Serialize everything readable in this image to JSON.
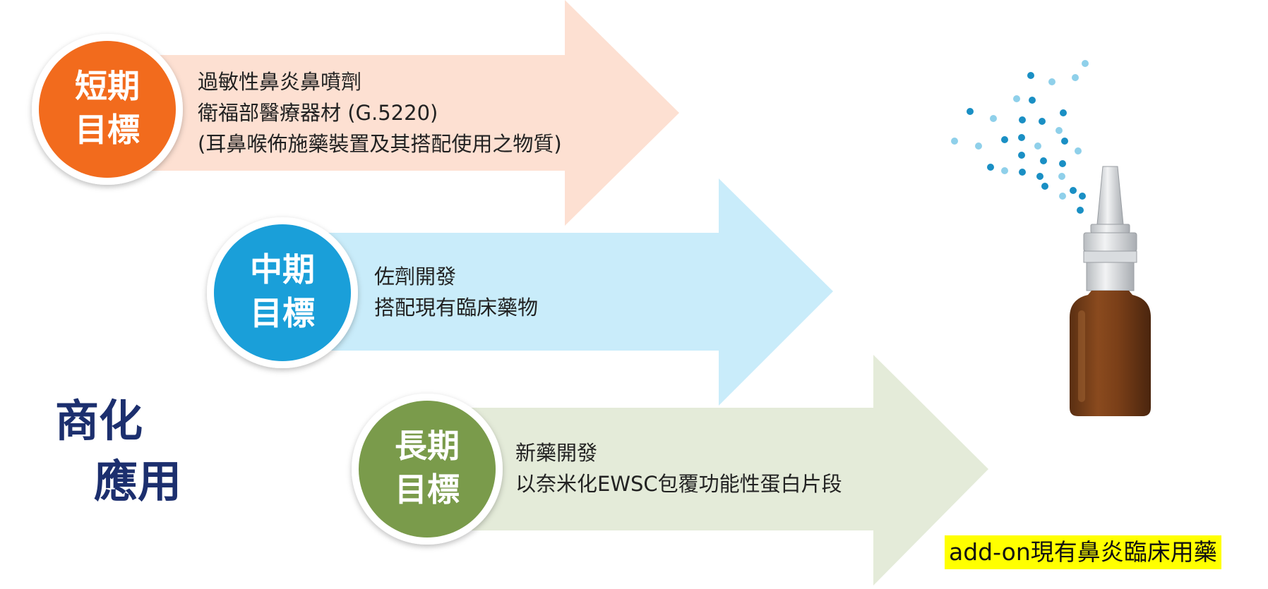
{
  "side_title": {
    "line1": "商化",
    "line2": "應用"
  },
  "goals": [
    {
      "circle_line1": "短期",
      "circle_line2": "目標",
      "circle_color": "#f26b1d",
      "arrow_color": "#fde0d2",
      "lines": [
        "過敏性鼻炎鼻噴劑",
        "衛福部醫療器材 (G.5220)",
        "(耳鼻喉佈施藥裝置及其搭配使用之物質)"
      ]
    },
    {
      "circle_line1": "中期",
      "circle_line2": "目標",
      "circle_color": "#1a9fd9",
      "arrow_color": "#c9ecfa",
      "lines": [
        "佐劑開發",
        "搭配現有臨床藥物"
      ]
    },
    {
      "circle_line1": "長期",
      "circle_line2": "目標",
      "circle_color": "#7a9b4b",
      "arrow_color": "#e4ebd9",
      "lines": [
        "新藥開發",
        "以奈米化EWSC包覆功能性蛋白片段"
      ]
    }
  ],
  "highlight_text": "add-on現有鼻炎臨床用藥"
}
